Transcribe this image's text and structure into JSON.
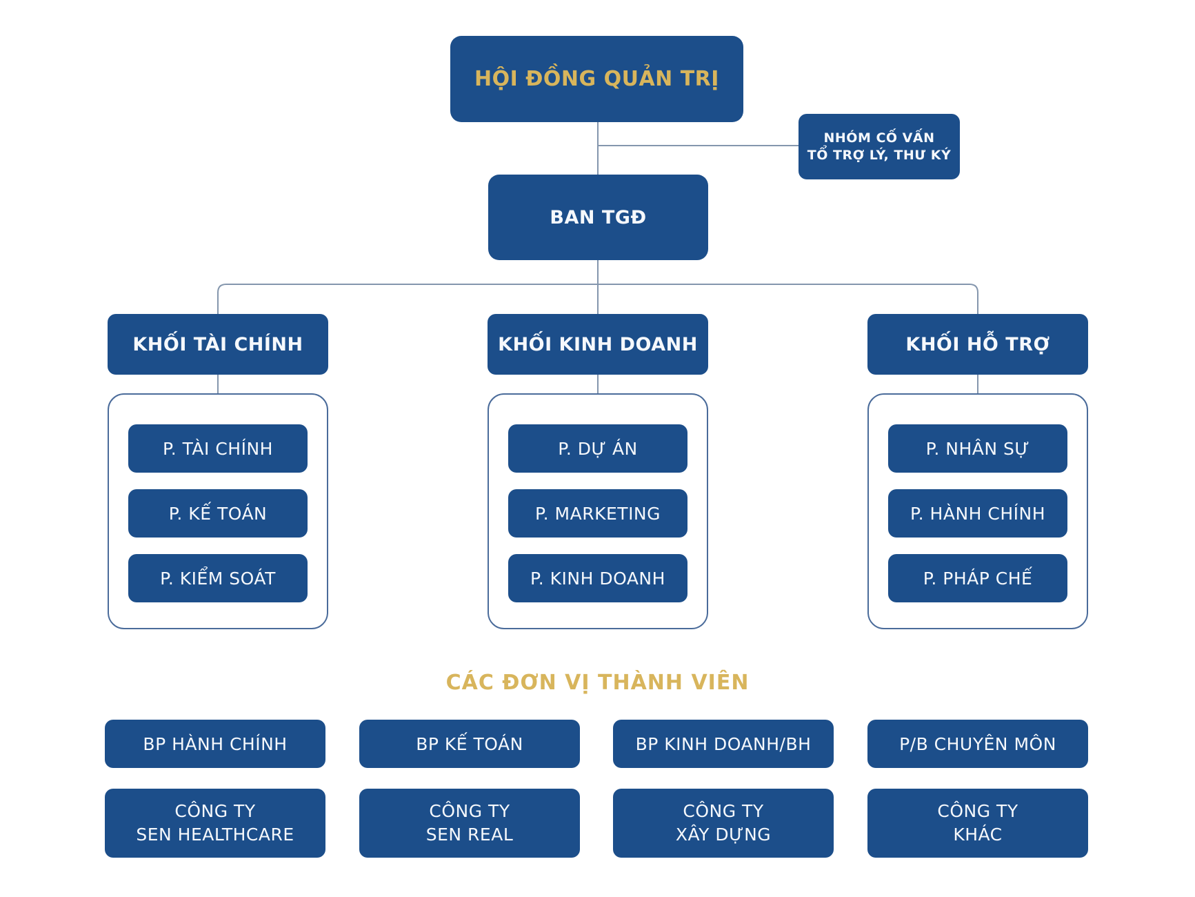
{
  "colors": {
    "box_blue": "#1C4E8A",
    "gold": "#D8B55C",
    "connector": "#8496AD",
    "container_border": "#4A6B9A",
    "bg": "#FFFFFF"
  },
  "board": {
    "label": "HỘI ĐỒNG QUẢN TRỊ"
  },
  "advisor": {
    "label": "NHÓM CỐ VẤN\nTỔ TRỢ LÝ, THƯ KÝ"
  },
  "ceo": {
    "label": "BAN TGĐ"
  },
  "divisions": [
    {
      "label": "KHỐI TÀI CHÍNH",
      "departments": [
        "P. TÀI CHÍNH",
        "P. KẾ TOÁN",
        "P. KIỂM SOÁT"
      ]
    },
    {
      "label": "KHỐI KINH DOANH",
      "departments": [
        "P. DỰ ÁN",
        "P. MARKETING",
        "P. KINH DOANH"
      ]
    },
    {
      "label": "KHỐI HỖ TRỢ",
      "departments": [
        "P. NHÂN SỰ",
        "P. HÀNH CHÍNH",
        "P. PHÁP CHẾ"
      ]
    }
  ],
  "members": {
    "heading": "CÁC ĐƠN VỊ THÀNH VIÊN",
    "units": [
      "BP HÀNH CHÍNH",
      "BP KẾ TOÁN",
      "BP KINH DOANH/BH",
      "P/B CHUYÊN MÔN"
    ],
    "companies": [
      "CÔNG TY\nSEN HEALTHCARE",
      "CÔNG TY\nSEN REAL",
      "CÔNG TY\nXÂY DỰNG",
      "CÔNG TY\nKHÁC"
    ]
  }
}
